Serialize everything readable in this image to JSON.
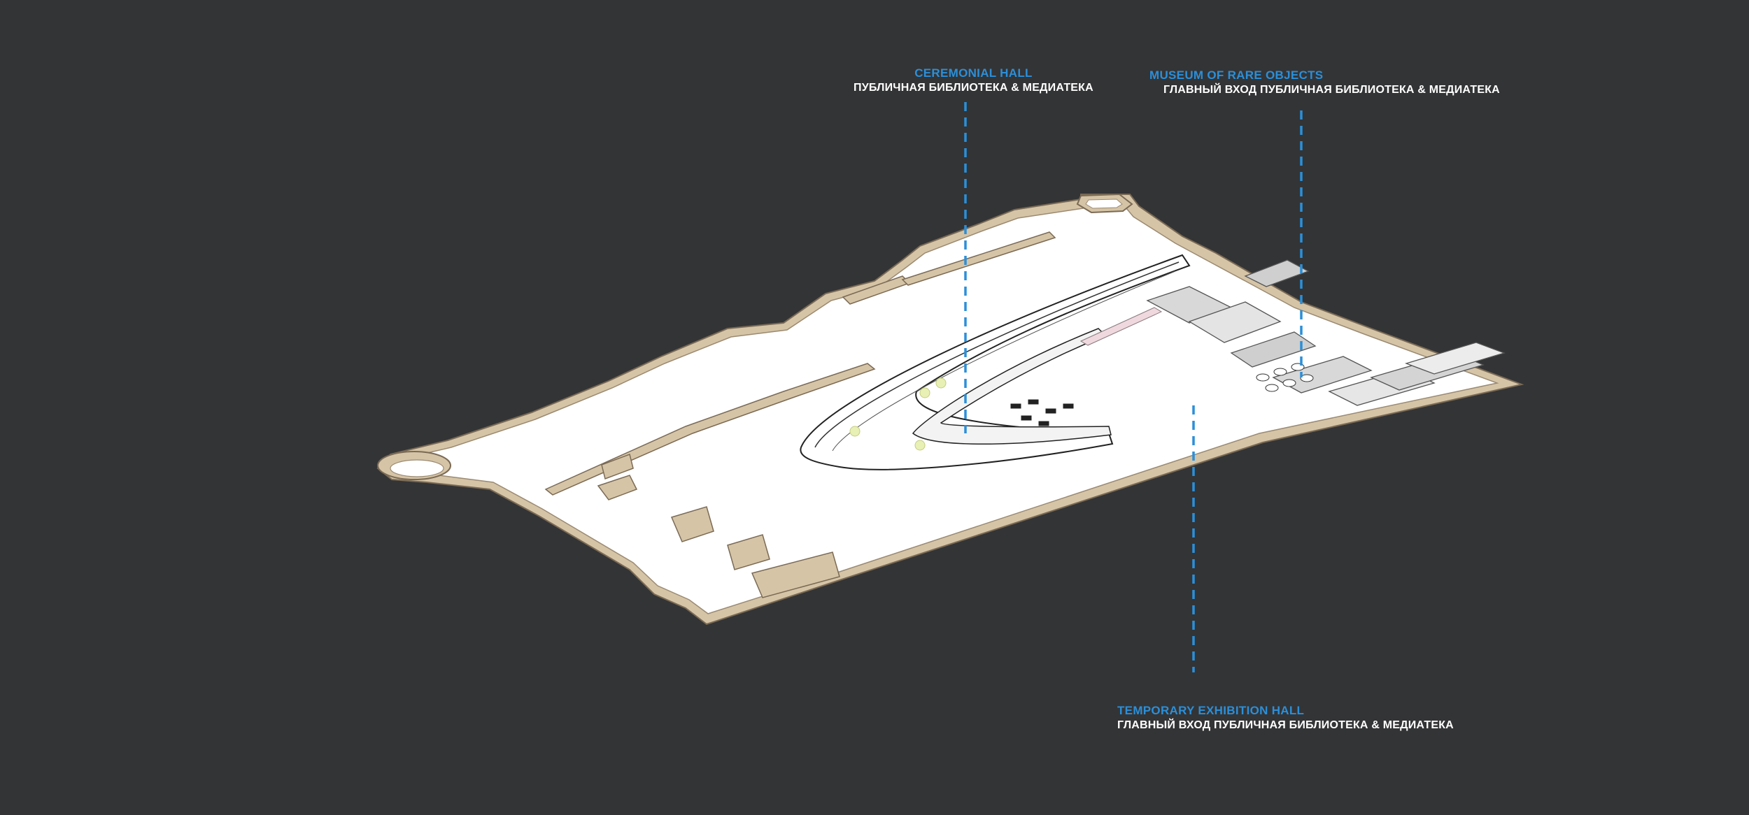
{
  "colors": {
    "background": "#333436",
    "accent": "#2b8fd9",
    "wall": "#d6c4a6",
    "floor": "#ffffff"
  },
  "labels": {
    "ceremonial_hall": {
      "title": "CEREMONIAL HALL",
      "subtitle": "ПУБЛИЧНАЯ БИБЛИОТЕКА & МЕДИАТЕКА"
    },
    "museum": {
      "title": "MUSEUM OF RARE OBJECTS",
      "subtitle": "ГЛАВНЫЙ ВХОД ПУБЛИЧНАЯ БИБЛИОТЕКА & МЕДИАТЕКА"
    },
    "temporary_hall": {
      "title": "TEMPORARY EXHIBITION HALL",
      "subtitle": "ГЛАВНЫЙ ВХОД ПУБЛИЧНАЯ БИБЛИОТЕКА & МЕДИАТЕКА"
    }
  }
}
